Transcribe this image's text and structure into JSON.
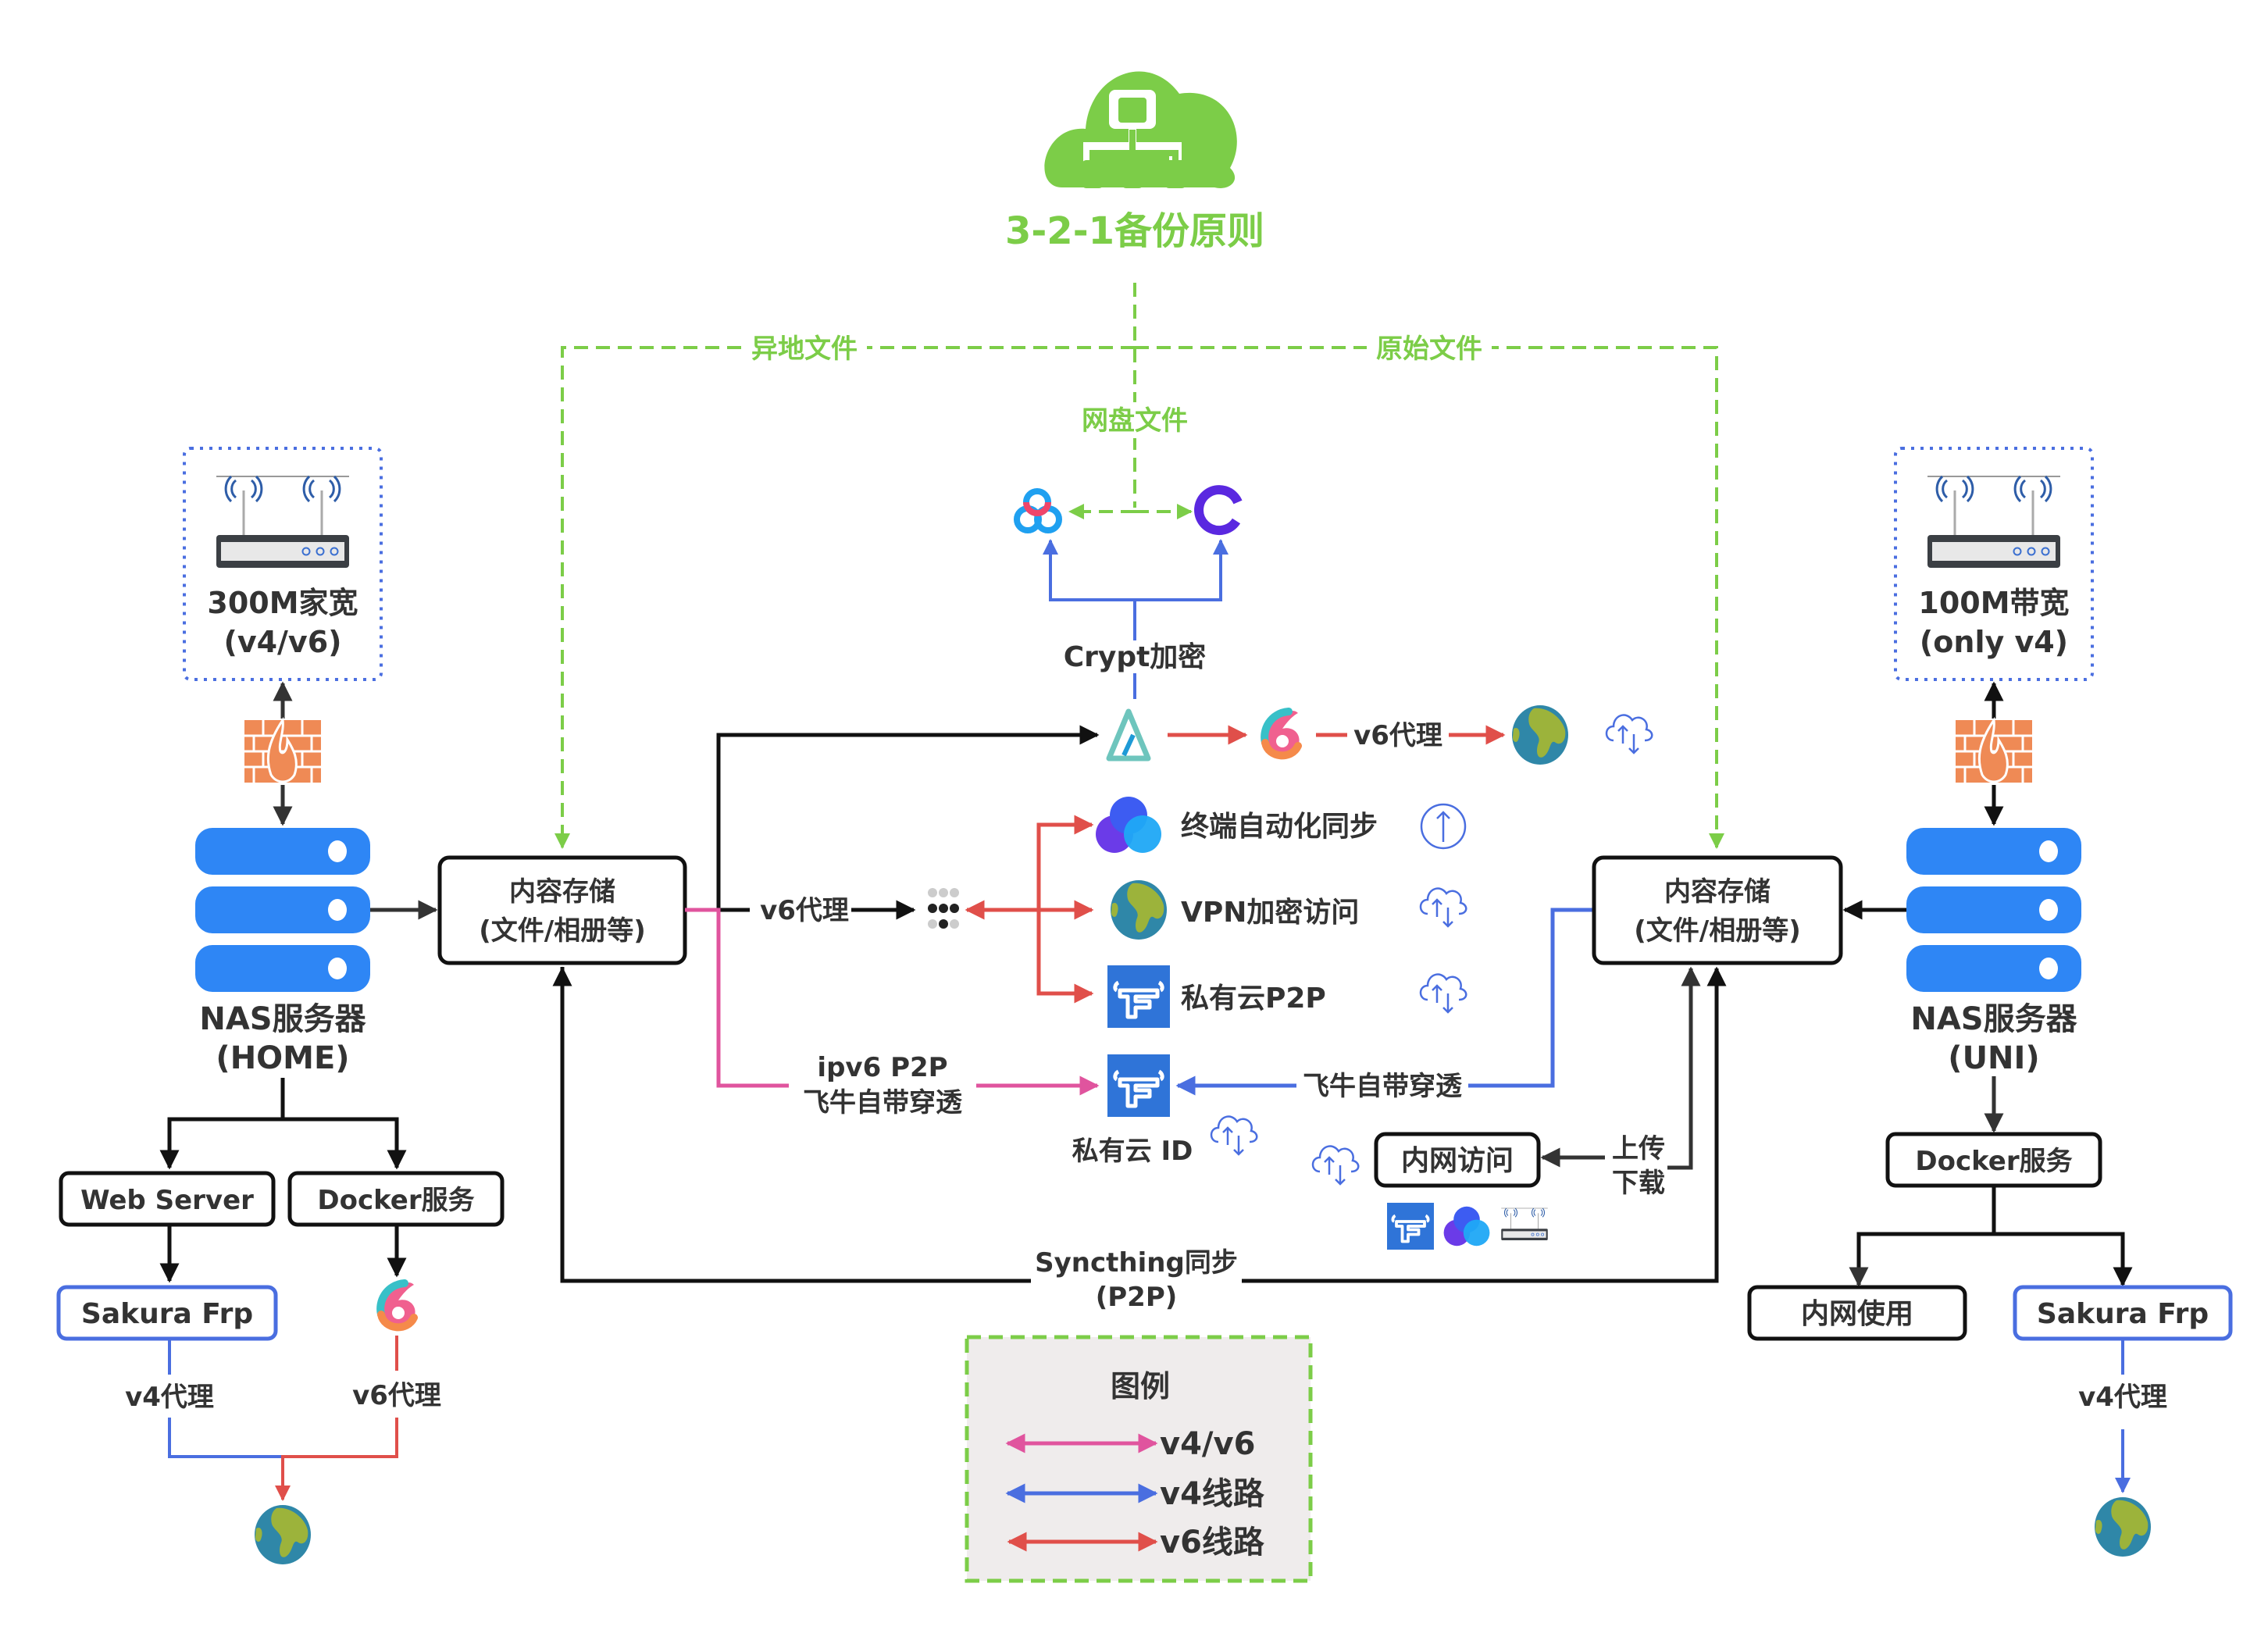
{
  "title": "3-2-1备份原则",
  "colors": {
    "green": "#7ccd48",
    "v4v6_pink": "#e0549e",
    "v4_blue": "#4a6ee0",
    "v6_red": "#e04f4a",
    "black": "#111111",
    "nas_blue": "#2e86f5",
    "firewall": "#ef8a55",
    "legend_bg": "#efecec"
  },
  "backup_labels": {
    "offsite": "异地文件",
    "original": "原始文件",
    "cloud": "网盘文件"
  },
  "home": {
    "router_label_1": "300M家宽",
    "router_label_2": "(v4/v6)",
    "nas_label_1": "NAS服务器",
    "nas_label_2": "(HOME)",
    "storage_line_1": "内容存储",
    "storage_line_2": "(文件/相册等)",
    "web_server": "Web Server",
    "docker": "Docker服务",
    "sakura": "Sakura Frp",
    "v4_proxy": "v4代理",
    "v6_proxy": "v6代理"
  },
  "uni": {
    "router_label_1": "100M带宽",
    "router_label_2": "(only v4)",
    "nas_label_1": "NAS服务器",
    "nas_label_2": "(UNI)",
    "storage_line_1": "内容存储",
    "storage_line_2": "(文件/相册等)",
    "docker": "Docker服务",
    "lan_use": "内网使用",
    "sakura": "Sakura Frp",
    "v4_proxy": "v4代理"
  },
  "center": {
    "crypt": "Crypt加密",
    "alist_v6_proxy": "v6代理",
    "v6_proxy": "v6代理",
    "services": [
      {
        "label": "终端自动化同步",
        "icon": "sync-app-icon",
        "status_icon": "upload-circle-icon"
      },
      {
        "label": "VPN加密访问",
        "icon": "globe-icon",
        "status_icon": "cloud-sync-icon"
      },
      {
        "label": "私有云P2P",
        "icon": "fnos-icon",
        "status_icon": "cloud-sync-icon"
      }
    ],
    "p2p_label_1": "ipv6 P2P",
    "p2p_label_2": "飞牛自带穿透",
    "fnos_relay": "飞牛自带穿透",
    "private_cloud_id": "私有云 ID",
    "lan_access": "内网访问",
    "upload": "上传",
    "download": "下载",
    "syncthing_1": "Syncthing同步",
    "syncthing_2": "(P2P)"
  },
  "legend": {
    "title": "图例",
    "items": [
      {
        "label": "v4/v6",
        "color": "#e0549e"
      },
      {
        "label": "v4线路",
        "color": "#4a6ee0"
      },
      {
        "label": "v6线路",
        "color": "#e04f4a"
      }
    ]
  }
}
